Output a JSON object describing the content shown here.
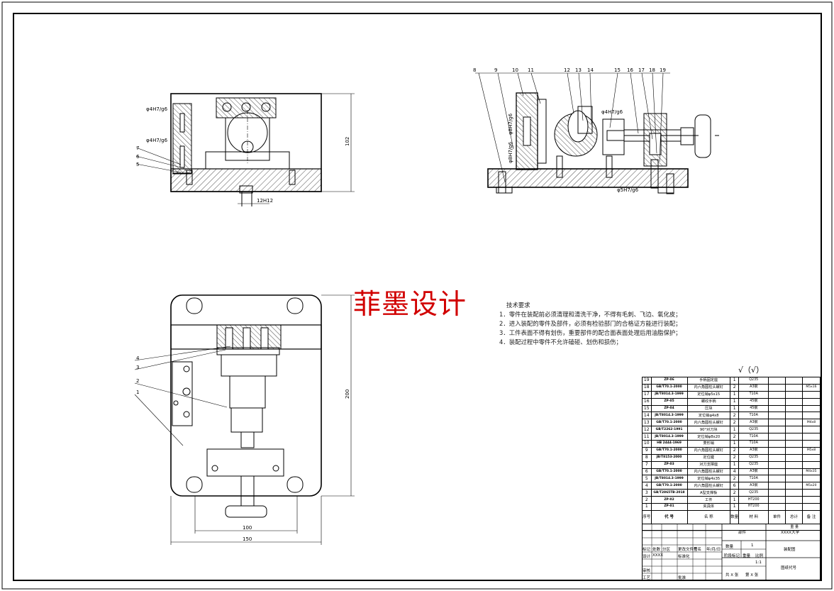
{
  "dimensions": {
    "front_height": "102",
    "slot_width": "12H12",
    "plan_height": "200",
    "plan_inner_width": "100",
    "plan_width": "150"
  },
  "fits": {
    "front_top": "φ4H7/g6",
    "front_mid": "φ4H7/g6",
    "side_fit_a": "φ8H7/g6",
    "side_fit_b": "φ8H7/g6",
    "side_fit_c": "φ4H7/g6",
    "side_bottom": "φ5H7/g6"
  },
  "callouts": {
    "front": [
      "7",
      "6",
      "5"
    ],
    "side": [
      "8",
      "9",
      "10",
      "11",
      "12",
      "13",
      "14",
      "15",
      "16",
      "17",
      "18",
      "19"
    ],
    "plan": [
      "4",
      "3",
      "2",
      "1"
    ]
  },
  "watermark": "菲墨设计",
  "tech_requirements": {
    "title": "技术要求",
    "items": [
      "1．零件在装配前必须清理和清洗干净，不得有毛刺、飞边、氧化皮；",
      "2．进入装配的零件及部件，必须有检验部门的合格证方能进行装配；",
      "3．工件表面不得有划伤，重要部件的配合面表面处理后用油脂保护；",
      "4．装配过程中零件不允许磕碰、划伤和损伤；"
    ]
  },
  "roughness_symbol": "√（√）",
  "bom": {
    "rows": [
      {
        "no": "19",
        "code": "ZP-06",
        "name": "手柄固定座",
        "qty": "1",
        "mat": "Q235",
        "remark": ""
      },
      {
        "no": "18",
        "code": "GB/T70.1-2000",
        "name": "内六角圆柱头螺钉",
        "qty": "2",
        "mat": "A3钢",
        "remark": "M5x16"
      },
      {
        "no": "17",
        "code": "JB/T8014.3-1999",
        "name": "定位销φ5x15",
        "qty": "1",
        "mat": "T10A",
        "remark": ""
      },
      {
        "no": "16",
        "code": "ZP-05",
        "name": "螺纹手柄",
        "qty": "1",
        "mat": "45钢",
        "remark": ""
      },
      {
        "no": "15",
        "code": "ZP-04",
        "name": "压块",
        "qty": "1",
        "mat": "45钢",
        "remark": ""
      },
      {
        "no": "14",
        "code": "JB/T8014.3-1999",
        "name": "定位销φ4x8",
        "qty": "2",
        "mat": "T10A",
        "remark": ""
      },
      {
        "no": "13",
        "code": "GB/T70.1-2000",
        "name": "内六角圆柱头螺钉",
        "qty": "2",
        "mat": "A3钢",
        "remark": "M4x8"
      },
      {
        "no": "12",
        "code": "GB/T2262-1991",
        "name": "90°对刀块",
        "qty": "1",
        "mat": "Q235",
        "remark": ""
      },
      {
        "no": "11",
        "code": "JB/T8014.3-1999",
        "name": "定位销φ8x20",
        "qty": "2",
        "mat": "T10A",
        "remark": ""
      },
      {
        "no": "10",
        "code": "HB 2444-1969",
        "name": "菱形销",
        "qty": "1",
        "mat": "T10A",
        "remark": ""
      },
      {
        "no": "9",
        "code": "GB/T70.1-2000",
        "name": "内六角圆柱头螺钉",
        "qty": "2",
        "mat": "A3钢",
        "remark": "M5x8"
      },
      {
        "no": "8",
        "code": "JB/T8153-2000",
        "name": "定位键",
        "qty": "2",
        "mat": "Q235",
        "remark": ""
      },
      {
        "no": "7",
        "code": "ZP-03",
        "name": "对刀支撑座",
        "qty": "1",
        "mat": "Q235",
        "remark": ""
      },
      {
        "no": "6",
        "code": "GB/T70.1-2000",
        "name": "内六角圆柱头螺钉",
        "qty": "4",
        "mat": "A3钢",
        "remark": "M4x35"
      },
      {
        "no": "5",
        "code": "JB/T8014.3-1999",
        "name": "定位销φ4x35",
        "qty": "2",
        "mat": "T10A",
        "remark": ""
      },
      {
        "no": "4",
        "code": "GB/T70.1-2000",
        "name": "内六角圆柱头螺钉",
        "qty": "6",
        "mat": "A3钢",
        "remark": "M5x20"
      },
      {
        "no": "3",
        "code": "GB/T2865TB-2018",
        "name": "A型支撑板",
        "qty": "2",
        "mat": "Q235",
        "remark": ""
      },
      {
        "no": "2",
        "code": "ZP-02",
        "name": "工件",
        "qty": "1",
        "mat": "HT200",
        "remark": ""
      },
      {
        "no": "1",
        "code": "ZP-01",
        "name": "夹具体",
        "qty": "1",
        "mat": "HT200",
        "remark": ""
      }
    ],
    "header": [
      "序号",
      "代 号",
      "名 称",
      "数量",
      "材 料",
      "单件",
      "总计",
      "备 注"
    ],
    "header_weight": "重 量"
  },
  "title_block": {
    "unit": "XXXX大学",
    "drawing_name": "装配图",
    "part_label": "部件",
    "qty_label": "数量",
    "qty_value": "1",
    "stage_label": "阶段标记",
    "weight_label": "重量",
    "scale_label": "比例",
    "scale_value": "1:1",
    "code_label": "图纸代号",
    "sheets": "共 X 张",
    "sheet_no": "第 X 张",
    "rev_marks": [
      "标记",
      "处数",
      "分区",
      "更改文件号",
      "签名",
      "年/月/日"
    ],
    "design": "设计",
    "design_name": "XXXX",
    "std": "标准化",
    "review": "审核",
    "process": "工艺",
    "approve": "批准"
  }
}
